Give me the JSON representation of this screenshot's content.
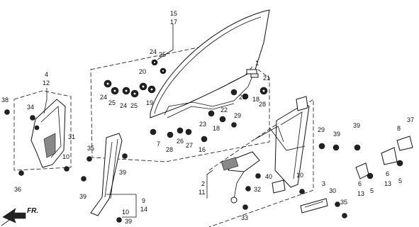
{
  "labels": {
    "n15": "15",
    "n17": "17",
    "n4": "4",
    "n12": "12",
    "n1": "1",
    "n21": "21",
    "n20": "20",
    "n24a": "24",
    "n25a": "25",
    "n24b": "24",
    "n25b": "25",
    "n24c": "24",
    "n25c": "25",
    "n19": "19",
    "n23a": "23",
    "n18a": "18",
    "n28a": "28",
    "n38": "38",
    "n34": "34",
    "n31": "31",
    "n10a": "10",
    "n36": "36",
    "n22": "22",
    "n29a": "29",
    "n23b": "23",
    "n18b": "18",
    "n7": "7",
    "n28b": "28",
    "n26": "26",
    "n27": "27",
    "n16": "16",
    "n29b": "29",
    "n39a": "39",
    "n39b": "39",
    "n8": "8",
    "n37": "37",
    "n35a": "35",
    "n39c": "39",
    "n39d": "39",
    "n2": "2",
    "n11": "11",
    "n40": "40",
    "n32": "32",
    "n10b": "10",
    "n9": "9",
    "n14": "14",
    "n10c": "10",
    "n39e": "39",
    "n6a": "6",
    "n13a": "13",
    "n5a": "5",
    "n6b": "6",
    "n13b": "13",
    "n5b": "5",
    "n3": "3",
    "n30": "30",
    "n35b": "35",
    "n33": "33",
    "fr": "FR."
  }
}
